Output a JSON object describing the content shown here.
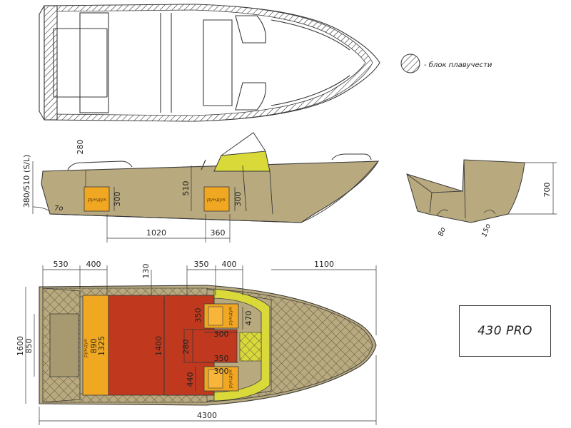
{
  "model": "430 PRO",
  "legend": {
    "label": "- блок плавучести"
  },
  "hatch_fill_label": "блок плавучести",
  "side_view": {
    "height_label": "380/510 (S/L)",
    "dims": {
      "rail_height": "280",
      "console_height": "510",
      "box1_height": "300",
      "box2_height": "300",
      "spacing": "1020",
      "seat_width": "360",
      "deadrise": "7о"
    },
    "box_label": "рундук"
  },
  "transom_view": {
    "height": "700",
    "angle_left": "8о",
    "angle_right": "15о"
  },
  "plan_view": {
    "top_dims": [
      "530",
      "400",
      "130",
      "350",
      "400",
      "1100"
    ],
    "left_dims": [
      "1600",
      "850"
    ],
    "inner_dims": {
      "box_w": "890",
      "box_l": "1325",
      "floor_l": "1400",
      "seat_top": "350",
      "seat_mid": "300",
      "console_h": "280",
      "console_h2": "470",
      "seat_bot": "350",
      "seat_bot_mid": "300",
      "seat_bot_l": "440"
    },
    "overall_length": "4300",
    "box_label": "рундук"
  },
  "colors": {
    "hull": "#b8a97e",
    "hull_dark": "#8f8560",
    "yellow": "#d9d93a",
    "orange": "#f0a822",
    "red": "#c0391e",
    "line": "#3a3a3a"
  }
}
